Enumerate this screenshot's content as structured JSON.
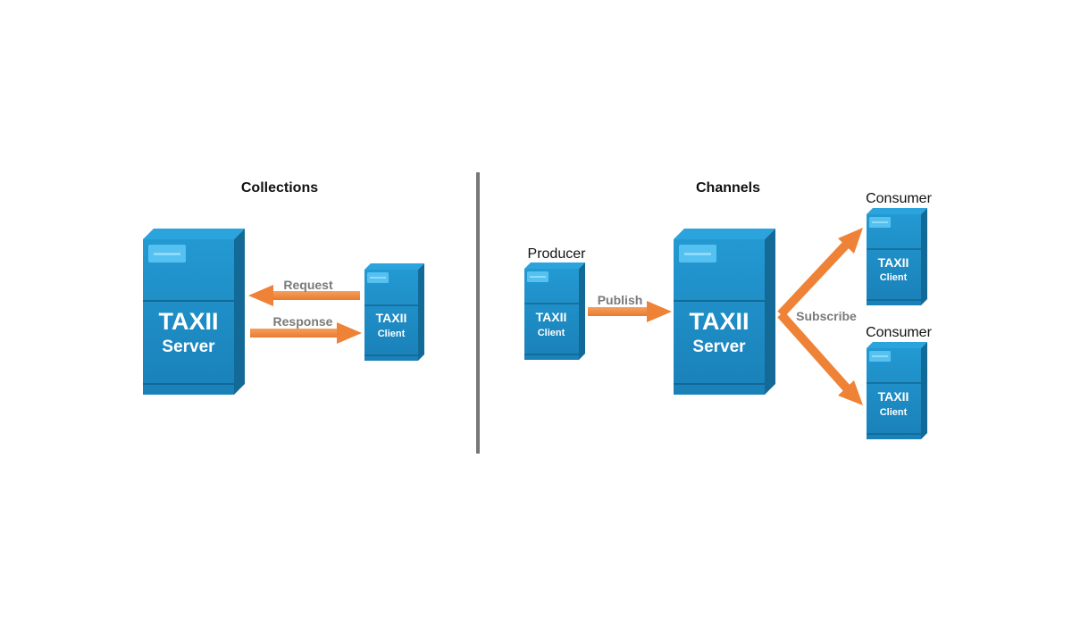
{
  "sections": {
    "collections": {
      "title": "Collections"
    },
    "channels": {
      "title": "Channels"
    }
  },
  "nodes": {
    "collections_server": {
      "name": "TAXII",
      "role": "Server"
    },
    "collections_client": {
      "name": "TAXII",
      "role": "Client"
    },
    "producer": {
      "label": "Producer",
      "name": "TAXII",
      "role": "Client"
    },
    "channels_server": {
      "name": "TAXII",
      "role": "Server"
    },
    "consumer_1": {
      "label": "Consumer",
      "name": "TAXII",
      "role": "Client"
    },
    "consumer_2": {
      "label": "Consumer",
      "name": "TAXII",
      "role": "Client"
    }
  },
  "edges": {
    "request": "Request",
    "response": "Response",
    "publish": "Publish",
    "subscribe": "Subscribe"
  },
  "colors": {
    "server_front": "#1e8fc6",
    "server_side": "#136a97",
    "server_top": "#2ba3dc",
    "server_badge": "#55c1f0",
    "arrow": "#f08a3c",
    "divider": "#777777",
    "label_gray": "#7a7a7a"
  }
}
